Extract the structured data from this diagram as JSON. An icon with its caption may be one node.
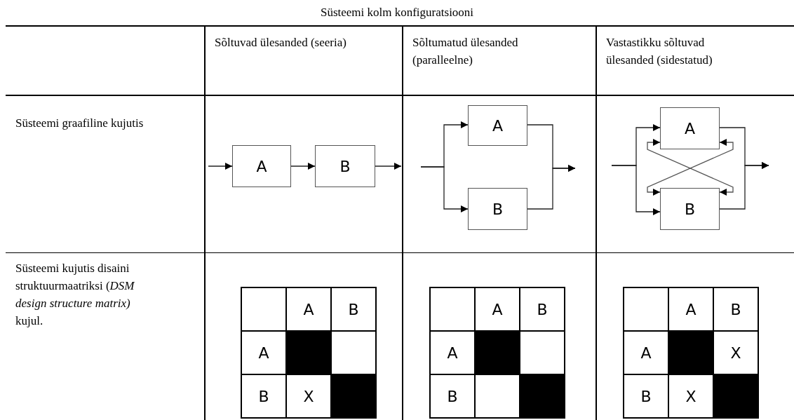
{
  "diagram": {
    "title": "Süsteemi kolm konfiguratsiooni",
    "nodes": [
      {
        "text": [
          "A"
        ]
      },
      {
        "text": [
          "B"
        ]
      },
      {
        "text": [
          "A"
        ]
      },
      {
        "text": [
          "B"
        ]
      },
      {
        "text": [
          "A"
        ]
      },
      {
        "text": [
          "B"
        ]
      }
    ],
    "edges": [
      {
        "from": null,
        "to": 0,
        "arrow": "to"
      },
      {
        "from": 0,
        "to": 1,
        "arrow": "to"
      },
      {
        "from": 1,
        "to": null,
        "arrow": "to"
      },
      {
        "from": null,
        "to": 2,
        "arrow": "to"
      },
      {
        "from": null,
        "to": 3,
        "arrow": "to"
      },
      {
        "from": 2,
        "to": null,
        "arrow": "to"
      },
      {
        "from": 3,
        "to": null,
        "arrow": "to"
      },
      {
        "from": null,
        "to": 4,
        "arrow": "to"
      },
      {
        "from": null,
        "to": 5,
        "arrow": "to"
      },
      {
        "from": 4,
        "to": null,
        "arrow": "to"
      },
      {
        "from": 5,
        "to": null,
        "arrow": "to"
      },
      {
        "from": 4,
        "to": 5,
        "arrow": "both"
      },
      {
        "from": 5,
        "to": 4,
        "arrow": "both"
      }
    ],
    "labels": [
      "Sõltuvad ülesanded (seeria)",
      "Sõltumatud ülesanded (paralleelne)",
      "Vastastikku sõltuvad ülesanded (sidestatud)",
      "Süsteemi graafiline kujutis",
      "Süsteemi kujutis disaini struktuurmaatriksi (*DSM design structure matrix)* kujul.",
      "A",
      "B",
      "A",
      "B",
      "X",
      "A",
      "B",
      "A",
      "B",
      "A",
      "B",
      "A",
      "X",
      "B",
      "X"
    ]
  }
}
